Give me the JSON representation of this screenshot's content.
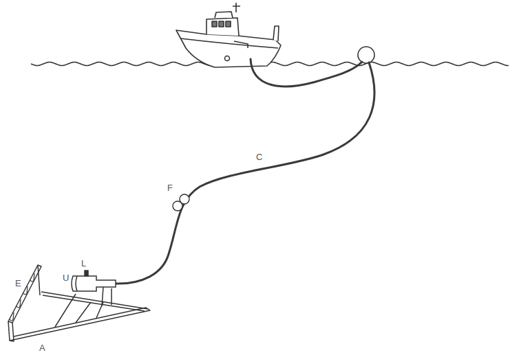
{
  "diagram": {
    "labels": [
      "C",
      "F",
      "L",
      "U",
      "E",
      "A"
    ]
  }
}
